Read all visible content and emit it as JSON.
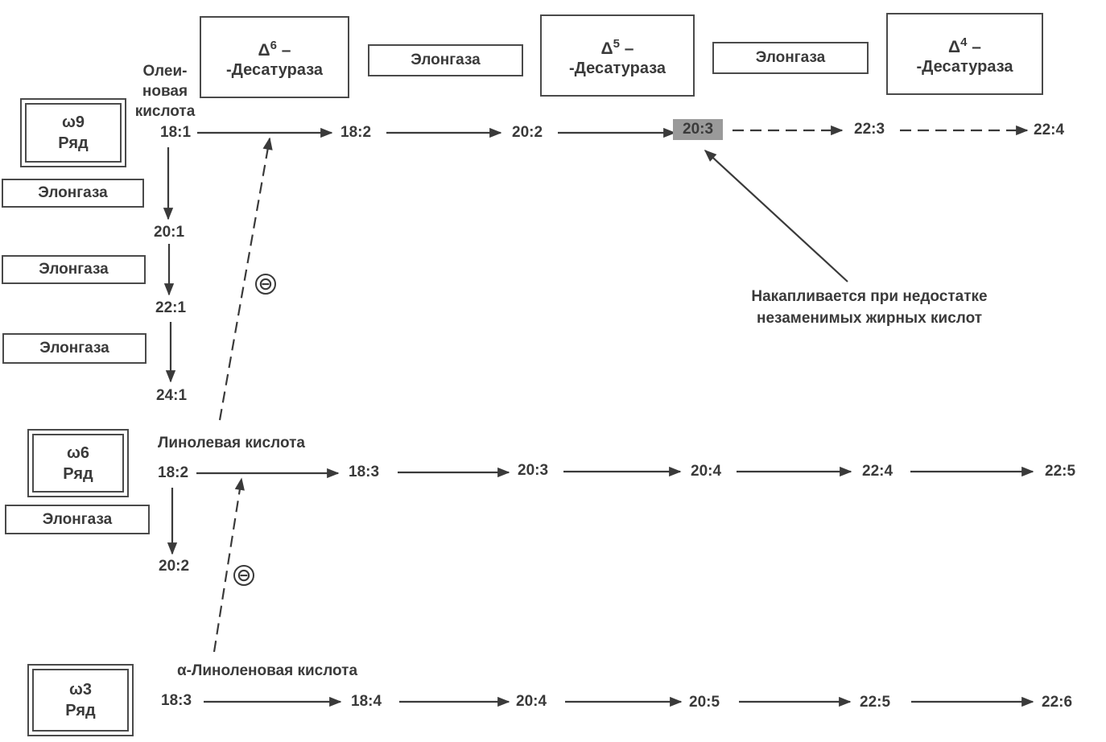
{
  "enzymes": {
    "d6": {
      "symbol": "Δ",
      "sup": "6",
      "dash": " –",
      "name": "-Десатураза"
    },
    "d5": {
      "symbol": "Δ",
      "sup": "5",
      "dash": " –",
      "name": "-Десатураза"
    },
    "d4": {
      "symbol": "Δ",
      "sup": "4",
      "dash": " –",
      "name": "-Десатураза"
    },
    "elongase": "Элонгаза"
  },
  "series": {
    "w9": {
      "line1": "ω9",
      "line2": "Ряд",
      "acid_line1": "Олеи-",
      "acid_line2": "новая",
      "acid_line3": "кислота",
      "main": [
        "18:1",
        "18:2",
        "20:2",
        "20:3",
        "22:3",
        "22:4"
      ],
      "branch": [
        "20:1",
        "22:1",
        "24:1"
      ]
    },
    "w6": {
      "line1": "ω6",
      "line2": "Ряд",
      "acid": "Линолевая кислота",
      "main": [
        "18:2",
        "18:3",
        "20:3",
        "20:4",
        "22:4",
        "22:5"
      ],
      "branch": [
        "20:2"
      ]
    },
    "w3": {
      "line1": "ω3",
      "line2": "Ряд",
      "acid": "α-Линоленовая кислота",
      "main": [
        "18:3",
        "18:4",
        "20:4",
        "20:5",
        "22:5",
        "22:6"
      ]
    }
  },
  "inhibition_symbol": "⊖",
  "note": {
    "line1": "Накапливается при недостатке",
    "line2": "незаменимых жирных кислот"
  }
}
